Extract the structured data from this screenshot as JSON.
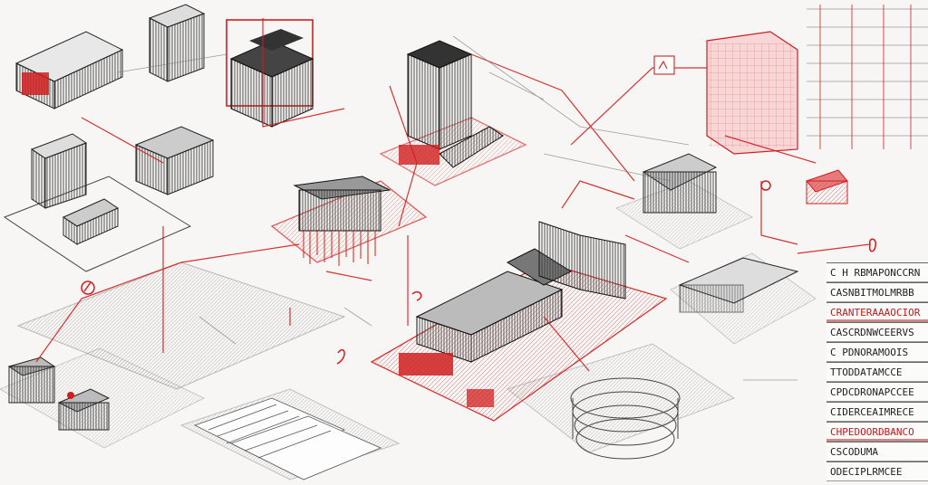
{
  "sketch": {
    "ink_color": "#2a2a2a",
    "accent_color": "#d01e1e",
    "paper_color": "#f7f6f4",
    "labels": [
      {
        "text": "C H RBMAPONCCRN",
        "tone": "dark"
      },
      {
        "text": "CASNBITMOLMRBB",
        "tone": "dark"
      },
      {
        "text": "CRANTERAAAOCIOR",
        "tone": "red"
      },
      {
        "text": "CASCRDNWCEERVS",
        "tone": "dark"
      },
      {
        "text": "C PDNORAMOOIS",
        "tone": "dark"
      },
      {
        "text": "TTODDATAMCCE",
        "tone": "dark"
      },
      {
        "text": "CPDCDRONAPCCEE",
        "tone": "dark"
      },
      {
        "text": "CIDERCEAIMRECE",
        "tone": "dark"
      },
      {
        "text": "CHPEDOORDBANCO",
        "tone": "red"
      },
      {
        "text": "CSCODUMA",
        "tone": "dark"
      },
      {
        "text": "ODECIPLRMCEE",
        "tone": "dark"
      }
    ]
  }
}
